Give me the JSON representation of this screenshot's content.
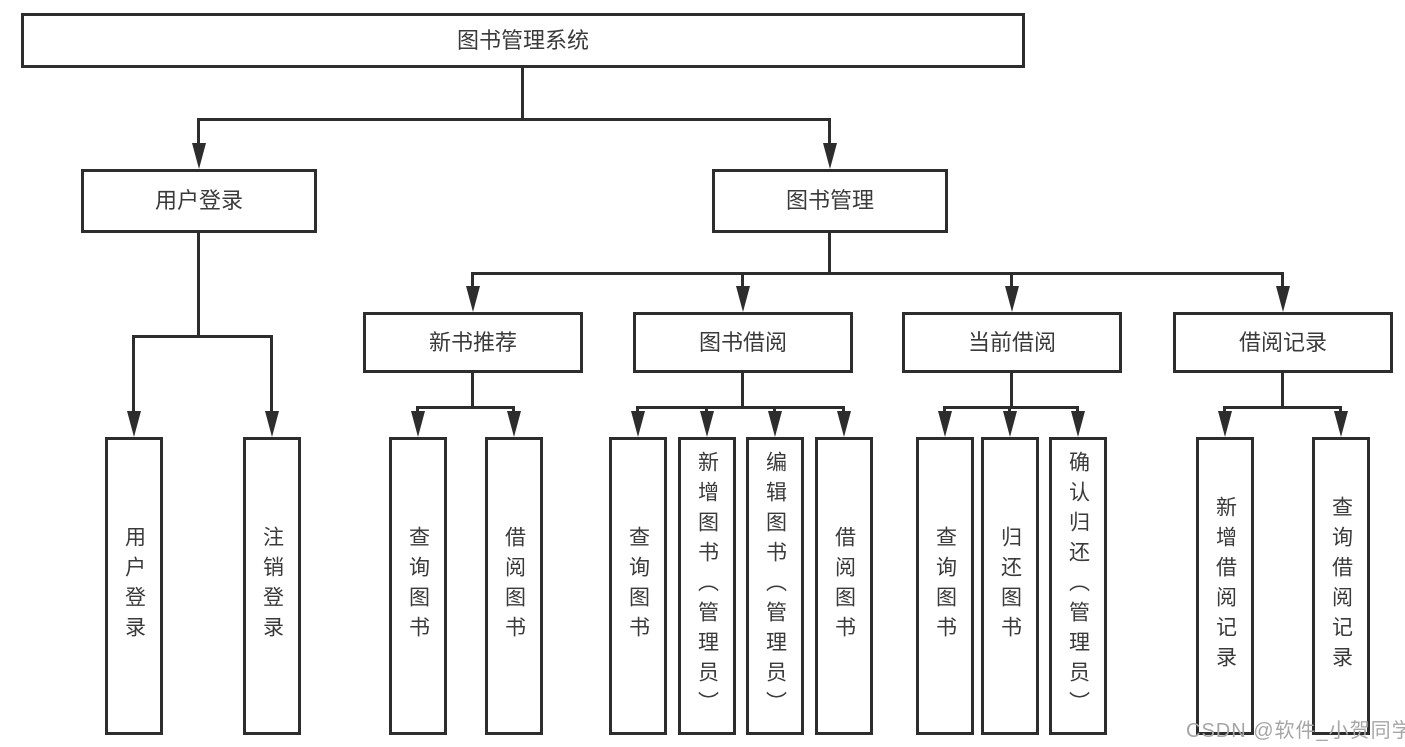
{
  "diagram": {
    "root": {
      "label": "图书管理系统"
    },
    "branches": [
      {
        "label": "用户登录",
        "children": [
          {
            "label": "用户登录"
          },
          {
            "label": "注销登录"
          }
        ]
      },
      {
        "label": "图书管理",
        "children": [
          {
            "label": "新书推荐",
            "children": [
              {
                "label": "查询图书"
              },
              {
                "label": "借阅图书"
              }
            ]
          },
          {
            "label": "图书借阅",
            "children": [
              {
                "label": "查询图书"
              },
              {
                "label": "新增图书（管理员）"
              },
              {
                "label": "编辑图书（管理员）"
              },
              {
                "label": "借阅图书"
              }
            ]
          },
          {
            "label": "当前借阅",
            "children": [
              {
                "label": "查询图书"
              },
              {
                "label": "归还图书"
              },
              {
                "label": "确认归还（管理员）"
              }
            ]
          },
          {
            "label": "借阅记录",
            "children": [
              {
                "label": "新增借阅记录"
              },
              {
                "label": "查询借阅记录"
              }
            ]
          }
        ]
      }
    ]
  },
  "watermark": {
    "text": "CSDN @软件_小贺同学"
  },
  "colors": {
    "line": "#2d2d2d",
    "text": "#3a3a3a",
    "watermark": "#a6a6a6",
    "background": "#ffffff"
  }
}
